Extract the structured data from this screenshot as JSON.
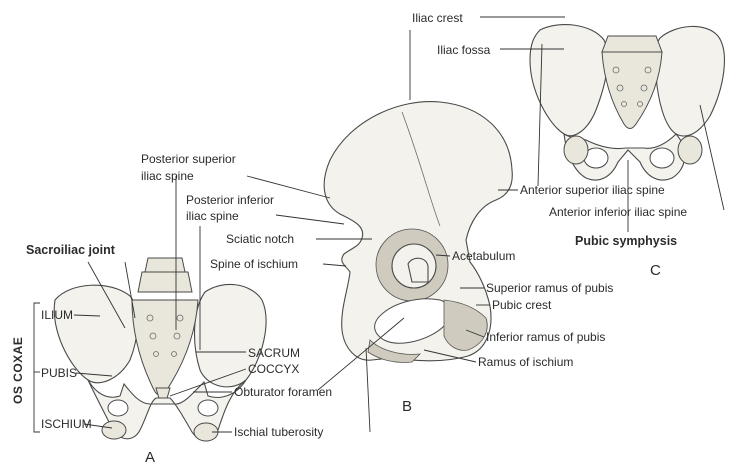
{
  "panel_letters": {
    "a": "A",
    "b": "B",
    "c": "C"
  },
  "labels": {
    "iliac_crest": "Iliac crest",
    "iliac_fossa": "Iliac fossa",
    "posterior_superior_iliac_spine_1": "Posterior superior",
    "posterior_superior_iliac_spine_2": "iliac spine",
    "posterior_inferior_iliac_spine_1": "Posterior inferior",
    "posterior_inferior_iliac_spine_2": "iliac spine",
    "sciatic_notch": "Sciatic notch",
    "spine_of_ischium": "Spine of ischium",
    "acetabulum": "Acetabulum",
    "anterior_superior_iliac_spine": "Anterior superior iliac spine",
    "anterior_inferior_iliac_spine": "Anterior inferior iliac spine",
    "pubic_symphysis": "Pubic symphysis",
    "superior_ramus_of_pubis": "Superior ramus of pubis",
    "pubic_crest": "Pubic crest",
    "inferior_ramus_of_pubis": "Inferior ramus of pubis",
    "ramus_of_ischium": "Ramus of ischium",
    "obturator_foramen": "Obturator foramen",
    "ischial_tuberosity": "Ischial tuberosity",
    "sacroiliac_joint": "Sacroiliac joint",
    "ilium": "ILIUM",
    "pubis": "PUBIS",
    "ischium": "ISCHIUM",
    "sacrum": "SACRUM",
    "coccyx": "COCCYX",
    "os_coxae": "OS COXAE"
  }
}
